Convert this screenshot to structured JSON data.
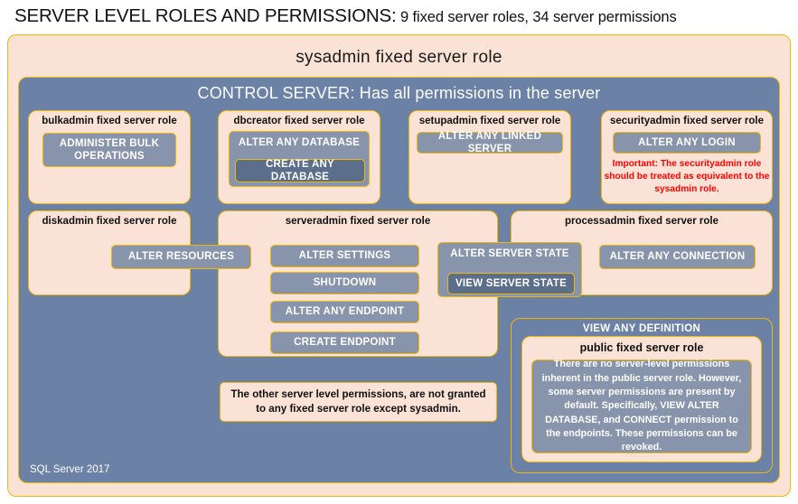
{
  "title": {
    "main": "SERVER LEVEL ROLES AND PERMISSIONS:",
    "sub": " 9 fixed server roles, 34 server permissions"
  },
  "sysadmin": {
    "label": "sysadmin fixed server role"
  },
  "control_server": {
    "label": "CONTROL SERVER: Has all permissions in the server"
  },
  "roles": {
    "bulkadmin": {
      "title": "bulkadmin  fixed server role",
      "permission": "ADMINISTER  BULK OPERATIONS"
    },
    "dbcreator": {
      "title": "dbcreator fixed server role",
      "permission": "ALTER ANY DATABASE",
      "nested_permission": "CREATE  ANY DATABASE"
    },
    "setupadmin": {
      "title": "setupadmin fixed server role",
      "permission": "ALTER ANY LINKED SERVER"
    },
    "securityadmin": {
      "title": "securityadmin  fixed server role",
      "permission": "ALTER ANY LOGIN",
      "note": "Important:  The securityadmin role should  be treated as equivalent to the  sysadmin role."
    },
    "diskadmin": {
      "title": "diskadmin  fixed server role",
      "permission": "ALTER RESOURCES"
    },
    "serveradmin": {
      "title": "serveradmin fixed server role",
      "permissions": [
        "ALTER SETTINGS",
        "SHUTDOWN",
        "ALTER ANY ENDPOINT",
        "CREATE  ENDPOINT"
      ],
      "state_permission": "ALTER SERVER STATE",
      "state_nested_permission": "VIEW SERVER STATE"
    },
    "processadmin": {
      "title": "processadmin  fixed server role",
      "permission": "ALTER ANY CONNECTION"
    },
    "public": {
      "header_permission": "VIEW ANY DEFINITION",
      "title": "public  fixed server role",
      "description": "There are no server-level permissions inherent in the public server role. However, some server permissions are present by default. Specifically, VIEW ALTER DATABASE, and CONNECT permission to the endpoints. These permissions can be revoked."
    }
  },
  "other_permissions_note": "The other server level permissions,  are not granted to any fixed server role except sysadmin.",
  "footer": "SQL Server 2017",
  "colors": {
    "peach": "#FAE3D6",
    "slate": "#6B81A6",
    "chip": "#8794AC",
    "chip_dark": "#5B6E8C",
    "border_gold": "#F2B705",
    "alert_red": "#FF0000"
  }
}
